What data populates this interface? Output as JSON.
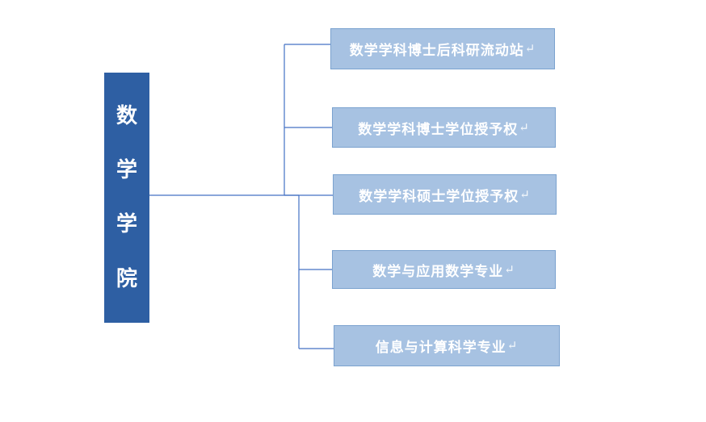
{
  "diagram": {
    "type": "organization-chart",
    "background": "#ffffff",
    "root": {
      "label": "数学学院",
      "chars": [
        "数",
        "学",
        "学",
        "院"
      ],
      "fill": "#2E5FA3",
      "text_color": "#ffffff"
    },
    "line_color": "#4472C4",
    "nodes": [
      {
        "label": "数学学科博士后科研流动站",
        "mark": "↵",
        "fill": "#A7C2E2",
        "border": "#7BA2CF",
        "text_color": "#ffffff"
      },
      {
        "label": "数学学科博士学位授予权",
        "mark": "↵",
        "fill": "#A7C2E2",
        "border": "#7BA2CF",
        "text_color": "#ffffff"
      },
      {
        "label": "数学学科硕士学位授予权",
        "mark": "↵",
        "fill": "#A7C2E2",
        "border": "#7BA2CF",
        "text_color": "#ffffff"
      },
      {
        "label": "数学与应用数学专业",
        "mark": "↵",
        "fill": "#A7C2E2",
        "border": "#7BA2CF",
        "text_color": "#ffffff"
      },
      {
        "label": "信息与计算科学专业",
        "mark": "↵",
        "fill": "#A7C2E2",
        "border": "#7BA2CF",
        "text_color": "#ffffff"
      }
    ]
  }
}
